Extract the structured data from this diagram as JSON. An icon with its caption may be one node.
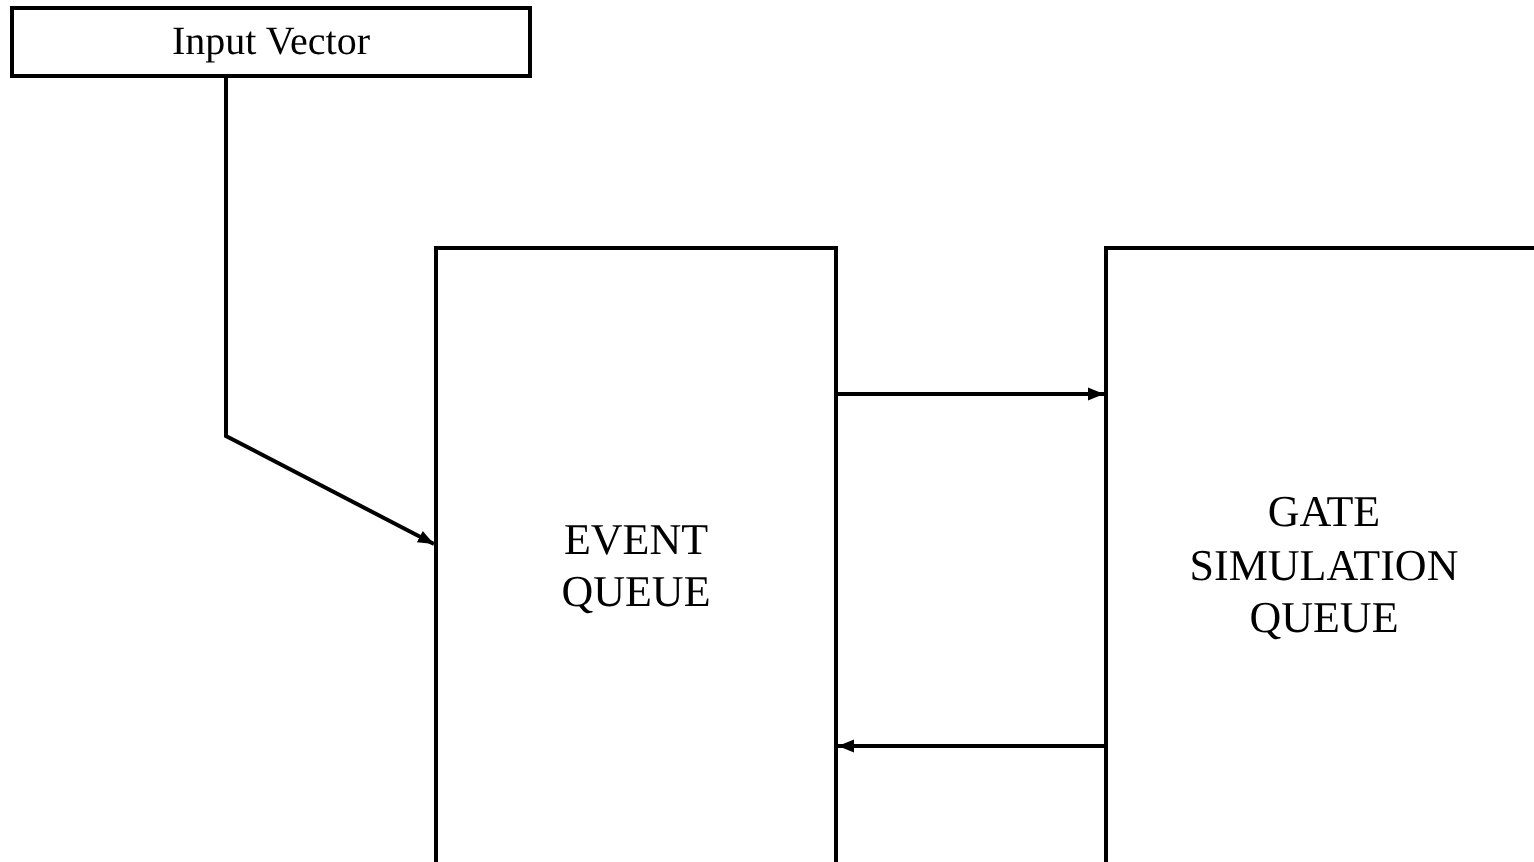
{
  "diagram": {
    "nodes": [
      {
        "text": [
          "Input Vector"
        ]
      },
      {
        "text": [
          "EVENT QUEUE"
        ]
      },
      {
        "text": [
          "GATE SIMULATION QUEUE"
        ]
      }
    ],
    "edges": [
      {
        "from": 0,
        "to": 1,
        "arrow": "to"
      },
      {
        "from": 1,
        "to": 2,
        "arrow": "to"
      },
      {
        "from": 2,
        "to": 1,
        "arrow": "to"
      }
    ]
  }
}
